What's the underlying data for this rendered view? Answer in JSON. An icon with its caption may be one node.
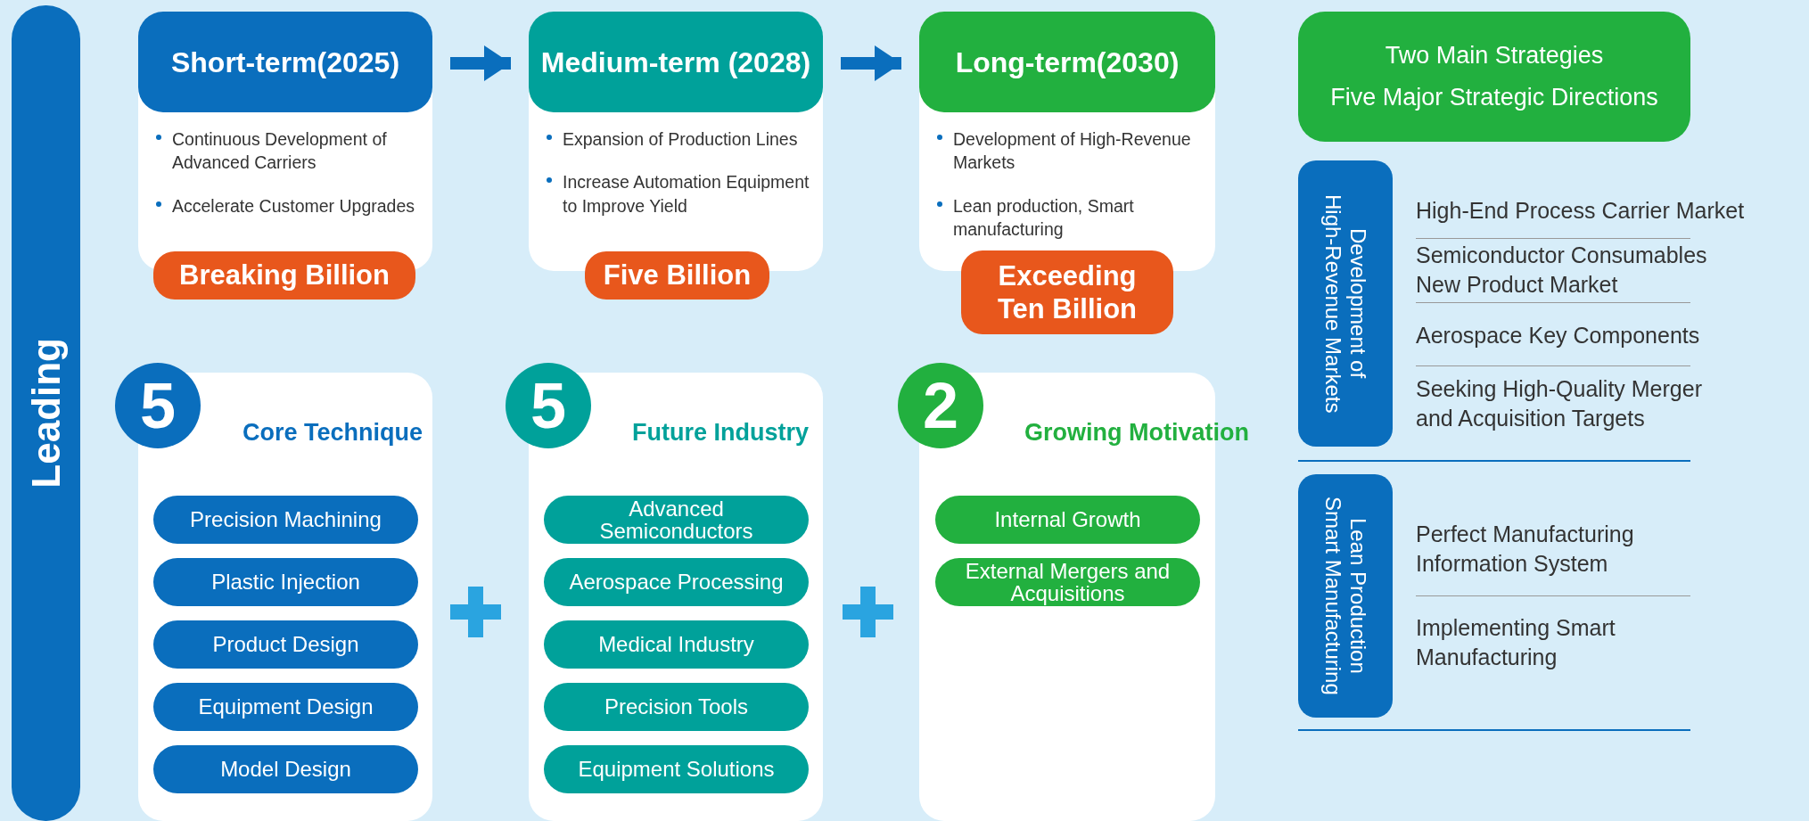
{
  "diagram": {
    "nodes": [
      {
        "text": [
          "Leading"
        ]
      },
      {
        "text": [
          "Short-term(2025)",
          "Continuous Development of Advanced Carriers",
          "Accelerate Customer Upgrades"
        ]
      },
      {
        "text": [
          "Breaking Billion"
        ]
      },
      {
        "text": [
          "Medium-term (2028)",
          "Expansion of Production Lines",
          "Increase Automation Equipment to Improve Yield"
        ]
      },
      {
        "text": [
          "Five Billion"
        ]
      },
      {
        "text": [
          "Long-term(2030)",
          "Development of High-Revenue Markets",
          "Lean production, Smart manufacturing"
        ]
      },
      {
        "text": [
          "Exceeding Ten Billion"
        ]
      },
      {
        "text": [
          "Two Main Strategies",
          "Five Major Strategic Directions"
        ]
      },
      {
        "text": [
          "Core Technique"
        ]
      },
      {
        "text": [
          "5"
        ]
      },
      {
        "text": [
          "Precision Machining"
        ],
        "in": 8
      },
      {
        "text": [
          "Plastic Injection"
        ],
        "in": 8
      },
      {
        "text": [
          "Product Design"
        ],
        "in": 8
      },
      {
        "text": [
          "Equipment Design"
        ],
        "in": 8
      },
      {
        "text": [
          "Model Design"
        ],
        "in": 8
      },
      {
        "text": [
          "Future Industry"
        ]
      },
      {
        "text": [
          "5"
        ]
      },
      {
        "text": [
          "Advanced Semiconductors"
        ],
        "in": 15
      },
      {
        "text": [
          "Aerospace Processing"
        ],
        "in": 15
      },
      {
        "text": [
          "Medical Industry"
        ],
        "in": 15
      },
      {
        "text": [
          "Precision Tools"
        ],
        "in": 15
      },
      {
        "text": [
          "Equipment Solutions"
        ],
        "in": 15
      },
      {
        "text": [
          "Growing Motivation"
        ]
      },
      {
        "text": [
          "2"
        ]
      },
      {
        "text": [
          "Internal Growth"
        ],
        "in": 22
      },
      {
        "text": [
          "External Mergers and Acquisitions"
        ],
        "in": 22
      },
      {
        "text": [
          "Development of High-Revenue Markets"
        ]
      },
      {
        "text": [
          "Lean Production Smart Manufacturing"
        ]
      }
    ],
    "edges": [
      {
        "from": 1,
        "to": 3,
        "arrow": "to"
      },
      {
        "from": 3,
        "to": 5,
        "arrow": "to"
      }
    ],
    "labels": [
      "High-End Process Carrier Market",
      "Semiconductor Consumables New Product Market",
      "Aerospace Key Components",
      "Seeking High-Quality Merger and Acquisition Targets",
      "Perfect Manufacturing Information System",
      "Implementing Smart Manufacturing"
    ]
  }
}
